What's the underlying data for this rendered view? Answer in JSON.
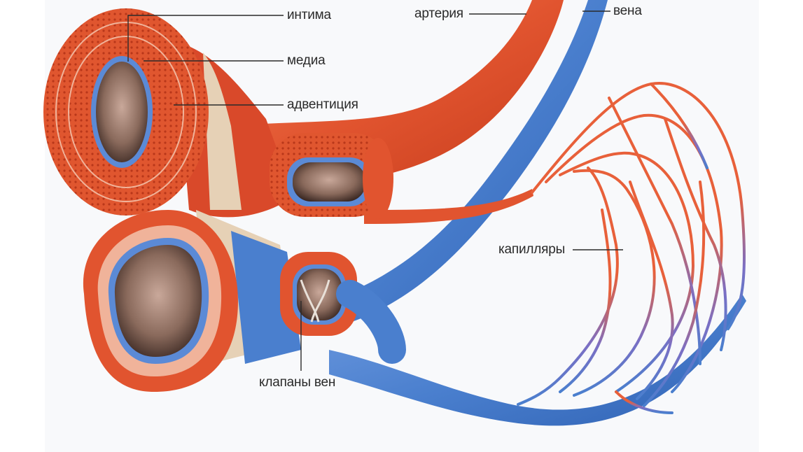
{
  "diagram": {
    "labels": {
      "intima": "интима",
      "media": "медиа",
      "adventitia": "адвентиция",
      "artery": "артерия",
      "vein": "вена",
      "capillaries": "капилляры",
      "valves": "клапаны вен"
    },
    "colors": {
      "artery": "#e1542f",
      "vein": "#4a7fce",
      "lumen": "#8a6a5c",
      "intima": "#5b8ad6",
      "adventitia": "#e6d1b6",
      "background": "#f8f9fb"
    }
  }
}
